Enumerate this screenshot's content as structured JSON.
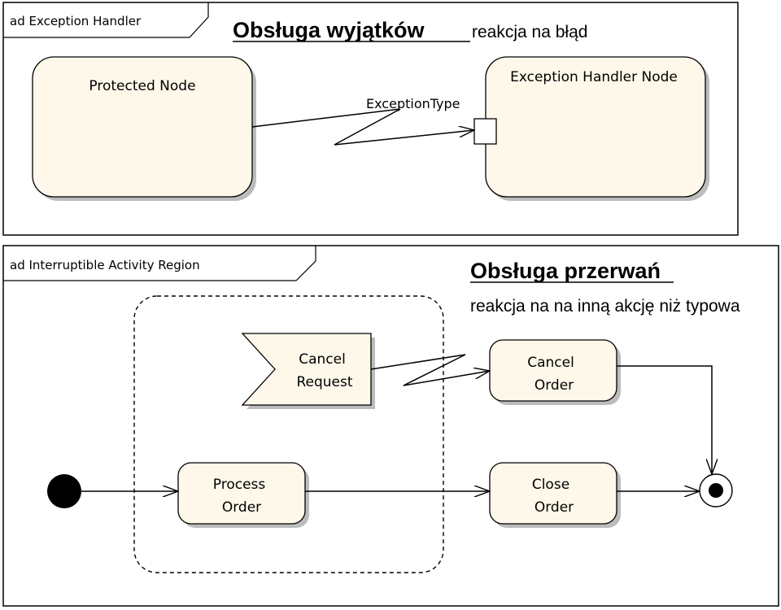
{
  "diagram1": {
    "tab": "ad Exception Handler",
    "heading": "Obsługa wyjątków",
    "subheading": "reakcja na błąd",
    "protected_node": "Protected Node",
    "handler_node": "Exception Handler Node",
    "exception_type": "ExceptionType"
  },
  "diagram2": {
    "tab": "ad Interruptible Activity Region",
    "heading": "Obsługa przerwań",
    "subheading": "reakcja na na inną akcję niż typowa",
    "cancel_request": [
      "Cancel",
      "Request"
    ],
    "cancel_order": [
      "Cancel",
      "Order"
    ],
    "process_order": [
      "Process",
      "Order"
    ],
    "close_order": [
      "Close",
      "Order"
    ]
  },
  "colors": {
    "node_fill": "#fdf8ea",
    "node_shadow": "#bcbcbc",
    "stroke": "#000000"
  }
}
